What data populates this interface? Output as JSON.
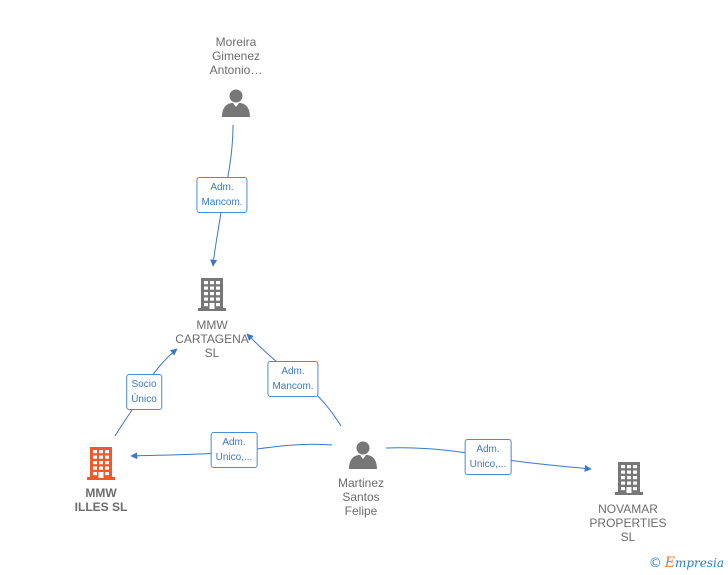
{
  "nodes": {
    "moreira": {
      "label": "Moreira\nGimenez\nAntonio…",
      "kind": "person"
    },
    "mmw_cartagena": {
      "label": "MMW\nCARTAGENA\nSL",
      "kind": "company"
    },
    "mmw_illes": {
      "label": "MMW\nILLES  SL",
      "kind": "company-focus"
    },
    "martinez": {
      "label": "Martinez\nSantos\nFelipe",
      "kind": "person"
    },
    "novamar": {
      "label": "NOVAMAR\nPROPERTIES\nSL",
      "kind": "company"
    }
  },
  "edges": [
    {
      "id": "e1",
      "from": "moreira",
      "to": "mmw_cartagena",
      "label": "Adm.\nMancom."
    },
    {
      "id": "e2",
      "from": "mmw_illes",
      "to": "mmw_cartagena",
      "label": "Socio\nÚnico"
    },
    {
      "id": "e3",
      "from": "martinez",
      "to": "mmw_cartagena",
      "label": "Adm.\nMancom."
    },
    {
      "id": "e4",
      "from": "martinez",
      "to": "mmw_illes",
      "label": "Adm.\nUnico,..."
    },
    {
      "id": "e5",
      "from": "martinez",
      "to": "novamar",
      "label": "Adm.\nUnico,..."
    }
  ],
  "colors": {
    "edge": "#3a78c8",
    "icon": "#777777",
    "focus": "#f05a2a"
  },
  "brand": {
    "copyright": "©",
    "e": "E",
    "name": "mpresia"
  }
}
